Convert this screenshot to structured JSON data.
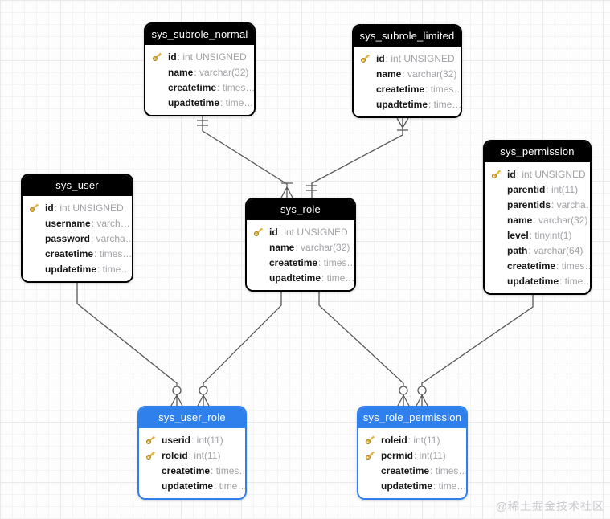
{
  "canvas": {
    "watermark": "@稀土掘金技术社区"
  },
  "colors": {
    "table_black": "#000000",
    "table_blue": "#2F80ED",
    "line": "#595959",
    "type_text": "#a1a1a6",
    "key_gold": "#e5b13d",
    "grid_minor": "#f4f4f6",
    "grid_major": "#e9e9ec"
  },
  "tables": [
    {
      "name": "sys_subrole_normal",
      "variant": "black",
      "fields": [
        {
          "key": true,
          "name": "id",
          "type": "int UNSIGNED"
        },
        {
          "key": false,
          "name": "name",
          "type": "varchar(32)"
        },
        {
          "key": false,
          "name": "createtime",
          "type": "times…"
        },
        {
          "key": false,
          "name": "upadtetime",
          "type": "time…"
        }
      ]
    },
    {
      "name": "sys_subrole_limited",
      "variant": "black",
      "fields": [
        {
          "key": true,
          "name": "id",
          "type": "int UNSIGNED"
        },
        {
          "key": false,
          "name": "name",
          "type": "varchar(32)"
        },
        {
          "key": false,
          "name": "createtime",
          "type": "times…"
        },
        {
          "key": false,
          "name": "upadtetime",
          "type": "time…"
        }
      ]
    },
    {
      "name": "sys_user",
      "variant": "black",
      "fields": [
        {
          "key": true,
          "name": "id",
          "type": "int UNSIGNED"
        },
        {
          "key": false,
          "name": "username",
          "type": "varch…"
        },
        {
          "key": false,
          "name": "password",
          "type": "varcha…"
        },
        {
          "key": false,
          "name": "createtime",
          "type": "times…"
        },
        {
          "key": false,
          "name": "updatetime",
          "type": "time…"
        }
      ]
    },
    {
      "name": "sys_role",
      "variant": "black",
      "fields": [
        {
          "key": true,
          "name": "id",
          "type": "int UNSIGNED"
        },
        {
          "key": false,
          "name": "name",
          "type": "varchar(32)"
        },
        {
          "key": false,
          "name": "createtime",
          "type": "times…"
        },
        {
          "key": false,
          "name": "upadtetime",
          "type": "time…"
        }
      ]
    },
    {
      "name": "sys_permission",
      "variant": "black",
      "fields": [
        {
          "key": true,
          "name": "id",
          "type": "int UNSIGNED"
        },
        {
          "key": false,
          "name": "parentid",
          "type": "int(11)"
        },
        {
          "key": false,
          "name": "parentids",
          "type": "varcha…"
        },
        {
          "key": false,
          "name": "name",
          "type": "varchar(32)"
        },
        {
          "key": false,
          "name": "level",
          "type": "tinyint(1)"
        },
        {
          "key": false,
          "name": "path",
          "type": "varchar(64)"
        },
        {
          "key": false,
          "name": "createtime",
          "type": "times…"
        },
        {
          "key": false,
          "name": "updatetime",
          "type": "time…"
        }
      ]
    },
    {
      "name": "sys_user_role",
      "variant": "blue",
      "fields": [
        {
          "key": true,
          "name": "userid",
          "type": "int(11)"
        },
        {
          "key": true,
          "name": "roleid",
          "type": "int(11)"
        },
        {
          "key": false,
          "name": "createtime",
          "type": "times…"
        },
        {
          "key": false,
          "name": "updatetime",
          "type": "time…"
        }
      ]
    },
    {
      "name": "sys_role_permission",
      "variant": "blue",
      "fields": [
        {
          "key": true,
          "name": "roleid",
          "type": "int(11)"
        },
        {
          "key": true,
          "name": "permid",
          "type": "int(11)"
        },
        {
          "key": false,
          "name": "createtime",
          "type": "times…"
        },
        {
          "key": false,
          "name": "updatetime",
          "type": "time…"
        }
      ]
    }
  ],
  "relationships": [
    {
      "from": "sys_subrole_normal",
      "to": "sys_role",
      "from_marker": "exactly-one",
      "to_marker": "one-or-many"
    },
    {
      "from": "sys_subrole_limited",
      "to": "sys_role",
      "from_marker": "one-or-many",
      "to_marker": "exactly-one"
    },
    {
      "from": "sys_user",
      "to": "sys_user_role",
      "from_marker": "plain",
      "to_marker": "zero-or-many"
    },
    {
      "from": "sys_role",
      "to": "sys_user_role",
      "from_marker": "plain",
      "to_marker": "zero-or-many"
    },
    {
      "from": "sys_role",
      "to": "sys_role_permission",
      "from_marker": "plain",
      "to_marker": "zero-or-many"
    },
    {
      "from": "sys_permission",
      "to": "sys_role_permission",
      "from_marker": "plain",
      "to_marker": "zero-or-many"
    }
  ]
}
